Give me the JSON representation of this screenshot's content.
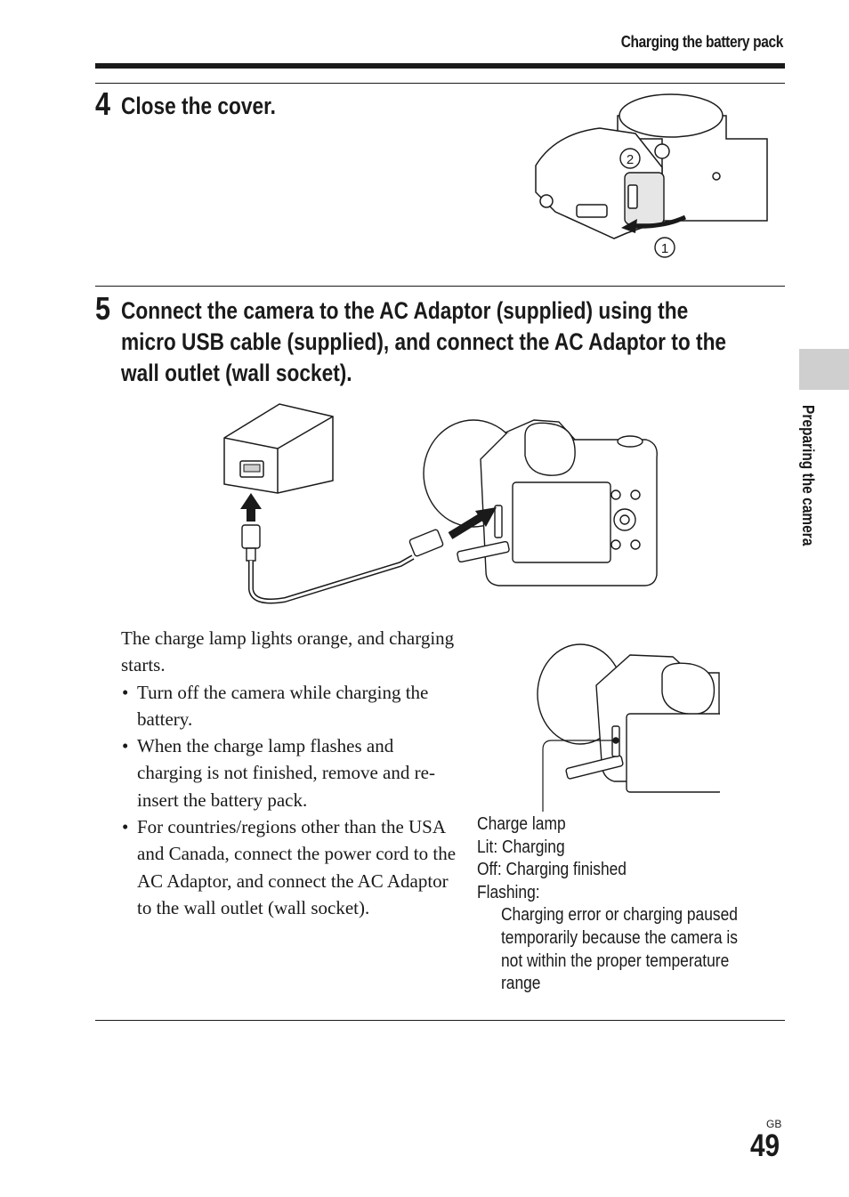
{
  "header": {
    "title": "Charging the battery pack"
  },
  "steps": [
    {
      "number": "4",
      "text_lines": [
        "Close the cover."
      ]
    },
    {
      "number": "5",
      "text_lines": [
        "Connect the camera to the AC Adaptor (supplied) using the",
        "micro USB cable (supplied), and connect the AC Adaptor to the",
        "wall outlet (wall socket)."
      ]
    }
  ],
  "figure_cover": {
    "callouts": [
      "1",
      "2"
    ]
  },
  "body": {
    "intro": "The charge lamp lights orange, and charging starts.",
    "bullets": [
      "Turn off the camera while charging the battery.",
      "When the charge lamp flashes and charging is not finished, remove and re-insert the battery pack.",
      "For countries/regions other than the USA and Canada, connect the power cord to the AC Adaptor, and connect the AC Adaptor to the wall outlet (wall socket)."
    ]
  },
  "caption": {
    "title": "Charge lamp",
    "lit": "Lit: Charging",
    "off": "Off: Charging finished",
    "flashing": "Flashing:",
    "flashing_lines": [
      "Charging error or charging paused",
      "temporarily because the camera is",
      "not within the proper temperature",
      "range"
    ]
  },
  "side_tab": {
    "label": "Preparing the camera"
  },
  "footer": {
    "region": "GB",
    "page_number": "49"
  }
}
